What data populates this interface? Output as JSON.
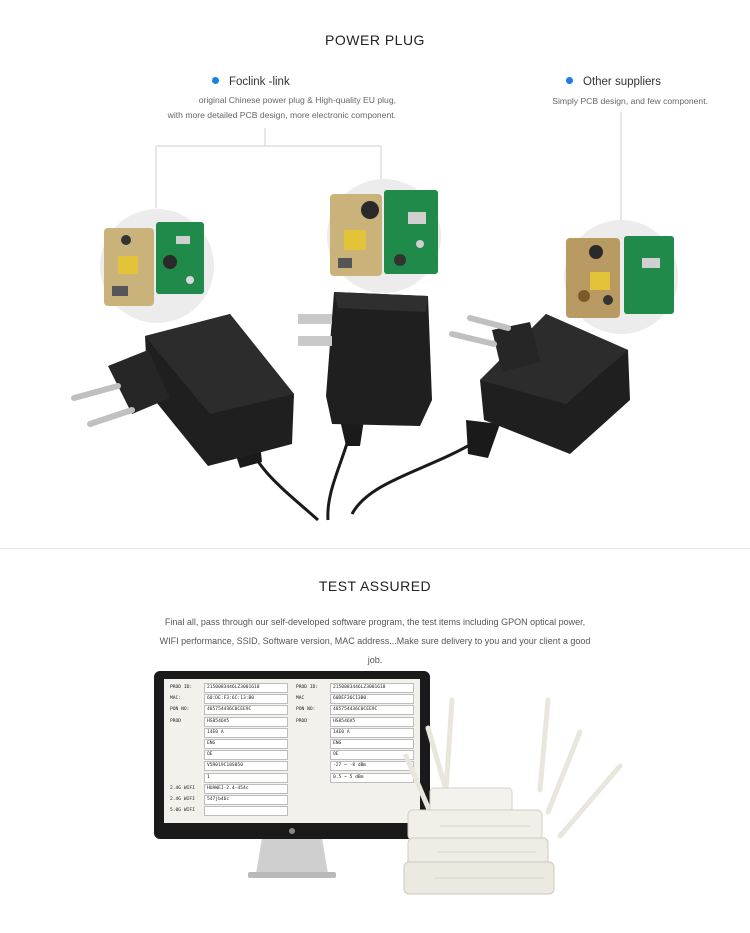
{
  "power": {
    "title": "POWER PLUG",
    "left_label": "Foclink -link",
    "left_desc_line1": "original Chinese power plug & High-quality EU plug,",
    "left_desc_line2": "with more detailed PCB design, more electronic component.",
    "right_label": "Other suppliers",
    "right_desc": "Simply PCB design, and few component."
  },
  "test": {
    "title": "TEST ASSURED",
    "paragraph": "Final all, pass through our self-developed software program, the test items including GPON optical power, WIFI performance, SSID, Software version, MAC address...Make sure delivery to you and your client a good job."
  },
  "screen": {
    "left": {
      "rows": [
        {
          "label": "PROD ID:",
          "value": "2150083446LZ3001618"
        },
        {
          "label": "MAC:",
          "value": "60:DE:F3:6C:13:B0"
        },
        {
          "label": "PON NO:",
          "value": "485754436C0CEE9C"
        },
        {
          "label": "PROD",
          "value": "HS8546V5"
        },
        {
          "label": "",
          "value": "14E0 A"
        },
        {
          "label": "",
          "value": "ENG"
        },
        {
          "label": "",
          "value": "OE"
        },
        {
          "label": "",
          "value": "V5R019C10S050"
        },
        {
          "label": "",
          "value": "1"
        },
        {
          "label": "2.4G WIFI",
          "value": "HUAWEI-2.4-454c"
        },
        {
          "label": "2.4G WIFI",
          "value": "547jb46c"
        },
        {
          "label": "5.0G WIFI",
          "value": ""
        }
      ]
    },
    "right": {
      "rows": [
        {
          "label": "PROD ID:",
          "value": "2150083446LZ3001618"
        },
        {
          "label": "MAC",
          "value": "60DEF36C13B0"
        },
        {
          "label": "PON NO:",
          "value": "485754436C0CEE9C"
        },
        {
          "label": "PROD",
          "value": "HS8546V5"
        },
        {
          "label": "",
          "value": "14E0 A"
        },
        {
          "label": "",
          "value": "ENG"
        },
        {
          "label": "",
          "value": "OE"
        },
        {
          "label": "",
          "value": "-27 ~ -8 dBm"
        },
        {
          "label": "",
          "value": "0.5 ~ 5 dBm"
        }
      ]
    }
  }
}
